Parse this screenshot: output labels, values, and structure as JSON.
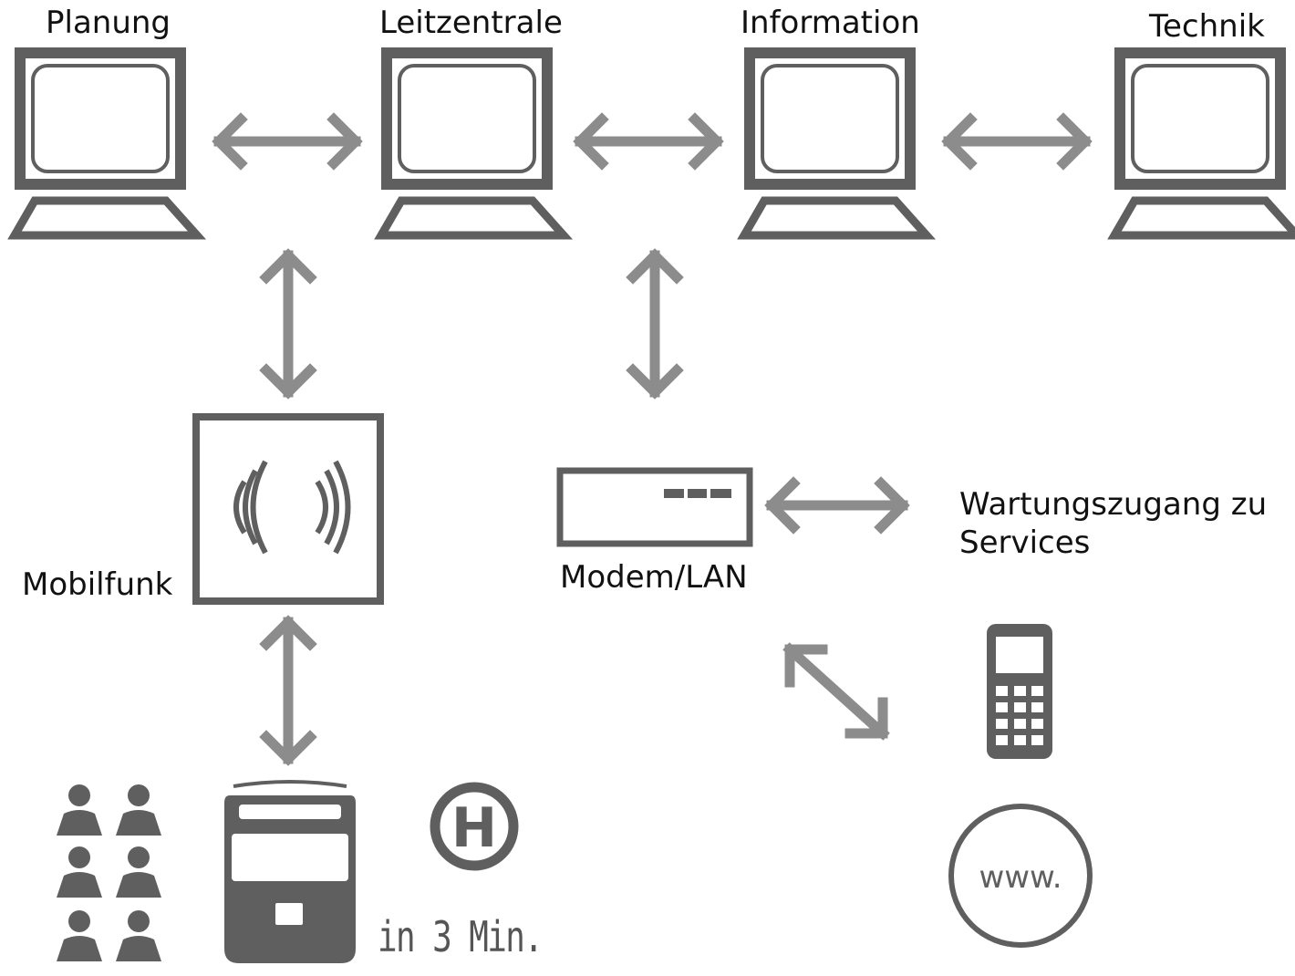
{
  "colors": {
    "icon_fill": "#5f5f5f",
    "arrow": "#8c8c8c",
    "text": "#111111",
    "background": "#ffffff"
  },
  "labels": {
    "planung": "Planung",
    "leitzentrale": "Leitzentrale",
    "information": "Information",
    "technik": "Technik",
    "mobilfunk": "Mobilfunk",
    "modem": "Modem/LAN",
    "wartung_line1": "Wartungszugang zu",
    "wartung_line2": "Services",
    "departure": "in 3 Min.",
    "www": "www.",
    "stop_sign": "H"
  },
  "icons": {
    "computer": "computer-monitor-icon",
    "radio": "radio-transmitter-icon",
    "modem": "modem-icon",
    "phone": "mobile-phone-icon",
    "web": "www-globe-icon",
    "people": "person-icon",
    "bus": "bus-front-icon",
    "stop": "bus-stop-h-icon"
  }
}
